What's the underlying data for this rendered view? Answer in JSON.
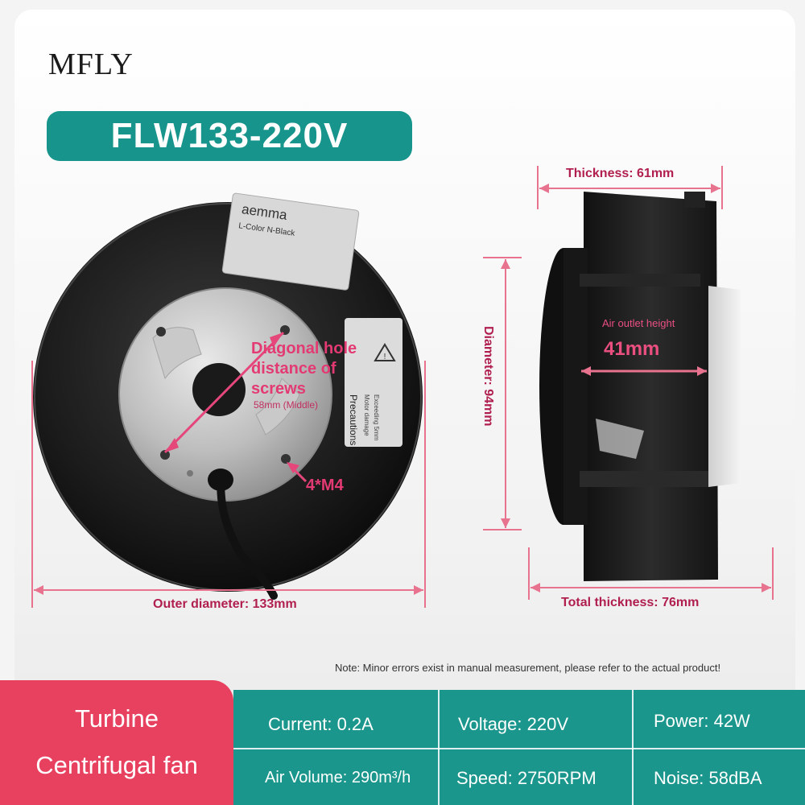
{
  "brand": "MFLY",
  "model": "FLW133-220V",
  "front_view": {
    "label_brand": "aemma",
    "label_text": "L-Color N-Black",
    "warning_text": "Precautions",
    "warning_sub_1": "Exceeding 5mm",
    "warning_sub_2": "Motor damage",
    "hole_label_1": "Diagonal hole",
    "hole_label_2": "distance of",
    "hole_label_3": "screws",
    "hole_distance": "58mm (Middle)",
    "screw_spec": "4*M4",
    "outer_diameter": "Outer diameter: 133mm"
  },
  "side_view": {
    "thickness": "Thickness: 61mm",
    "diameter": "Diameter: 94mm",
    "air_outlet_label": "Air outlet height",
    "air_outlet_value": "41mm",
    "total_thickness": "Total thickness: 76mm"
  },
  "note": "Note: Minor errors exist in manual measurement, please refer to the actual product!",
  "product_type": {
    "line1": "Turbine",
    "line2": "Centrifugal fan"
  },
  "specs": {
    "current": "Current: 0.2A",
    "voltage": "Voltage: 220V",
    "power": "Power: 42W",
    "air_volume": "Air Volume: 290m³/h",
    "speed": "Speed: 2750RPM",
    "noise": "Noise: 58dBA"
  },
  "colors": {
    "accent_teal": "#17958c",
    "accent_pink": "#e8405f",
    "dimension": "#b01f4e"
  }
}
